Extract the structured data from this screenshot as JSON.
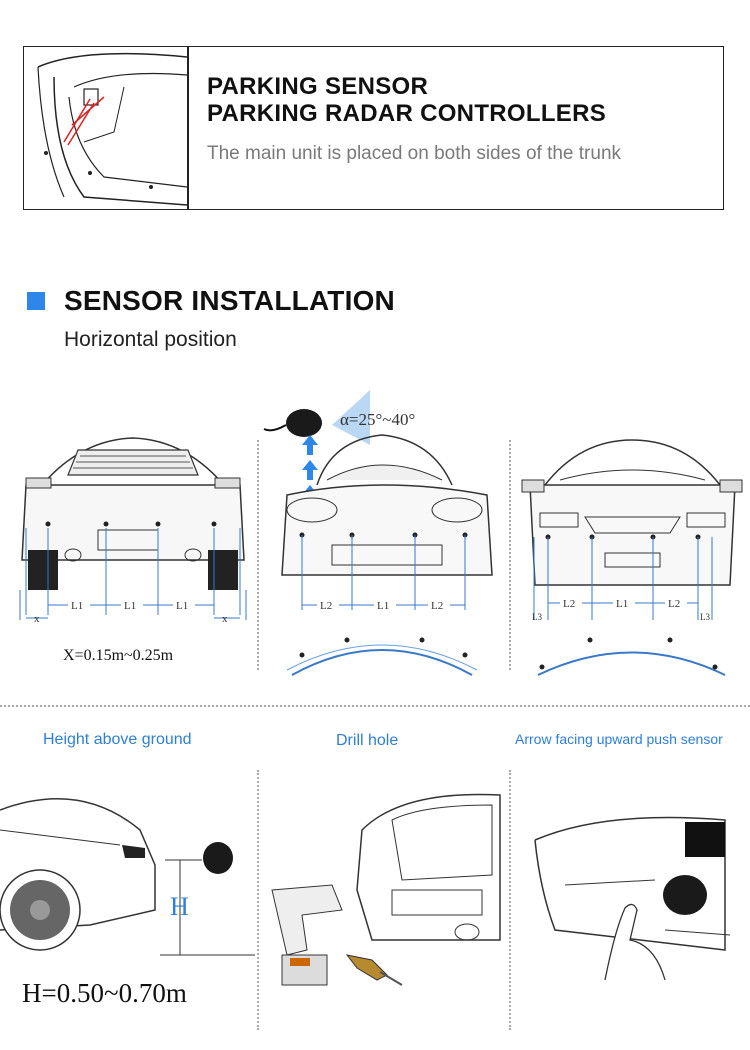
{
  "header": {
    "title_line1": "PARKING SENSOR",
    "title_line2": "PARKING RADAR CONTROLLERS",
    "description": "The main unit is placed on both sides of the trunk"
  },
  "section": {
    "title": "SENSOR INSTALLATION",
    "subtitle": "Horizontal position"
  },
  "diagrams": {
    "rear_car": {
      "labels": [
        "x",
        "L1",
        "L1",
        "L1",
        "x"
      ],
      "formula": "X=0.15m~0.25m"
    },
    "front_car": {
      "angle": "α=25°~40°",
      "labels": [
        "L2",
        "L1",
        "L2"
      ]
    },
    "sedan": {
      "labels": [
        "L3",
        "L2",
        "L1",
        "L2",
        "L3"
      ]
    }
  },
  "steps": {
    "height_caption": "Height above ground",
    "height_marker": "H",
    "height_formula": "H=0.50~0.70m",
    "drill_caption": "Drill hole",
    "push_caption": "Arrow facing upward  push sensor"
  },
  "colors": {
    "accent": "#2e86e8",
    "caption_blue": "#2e7fd9",
    "dimension_blue": "#3a78c8"
  }
}
